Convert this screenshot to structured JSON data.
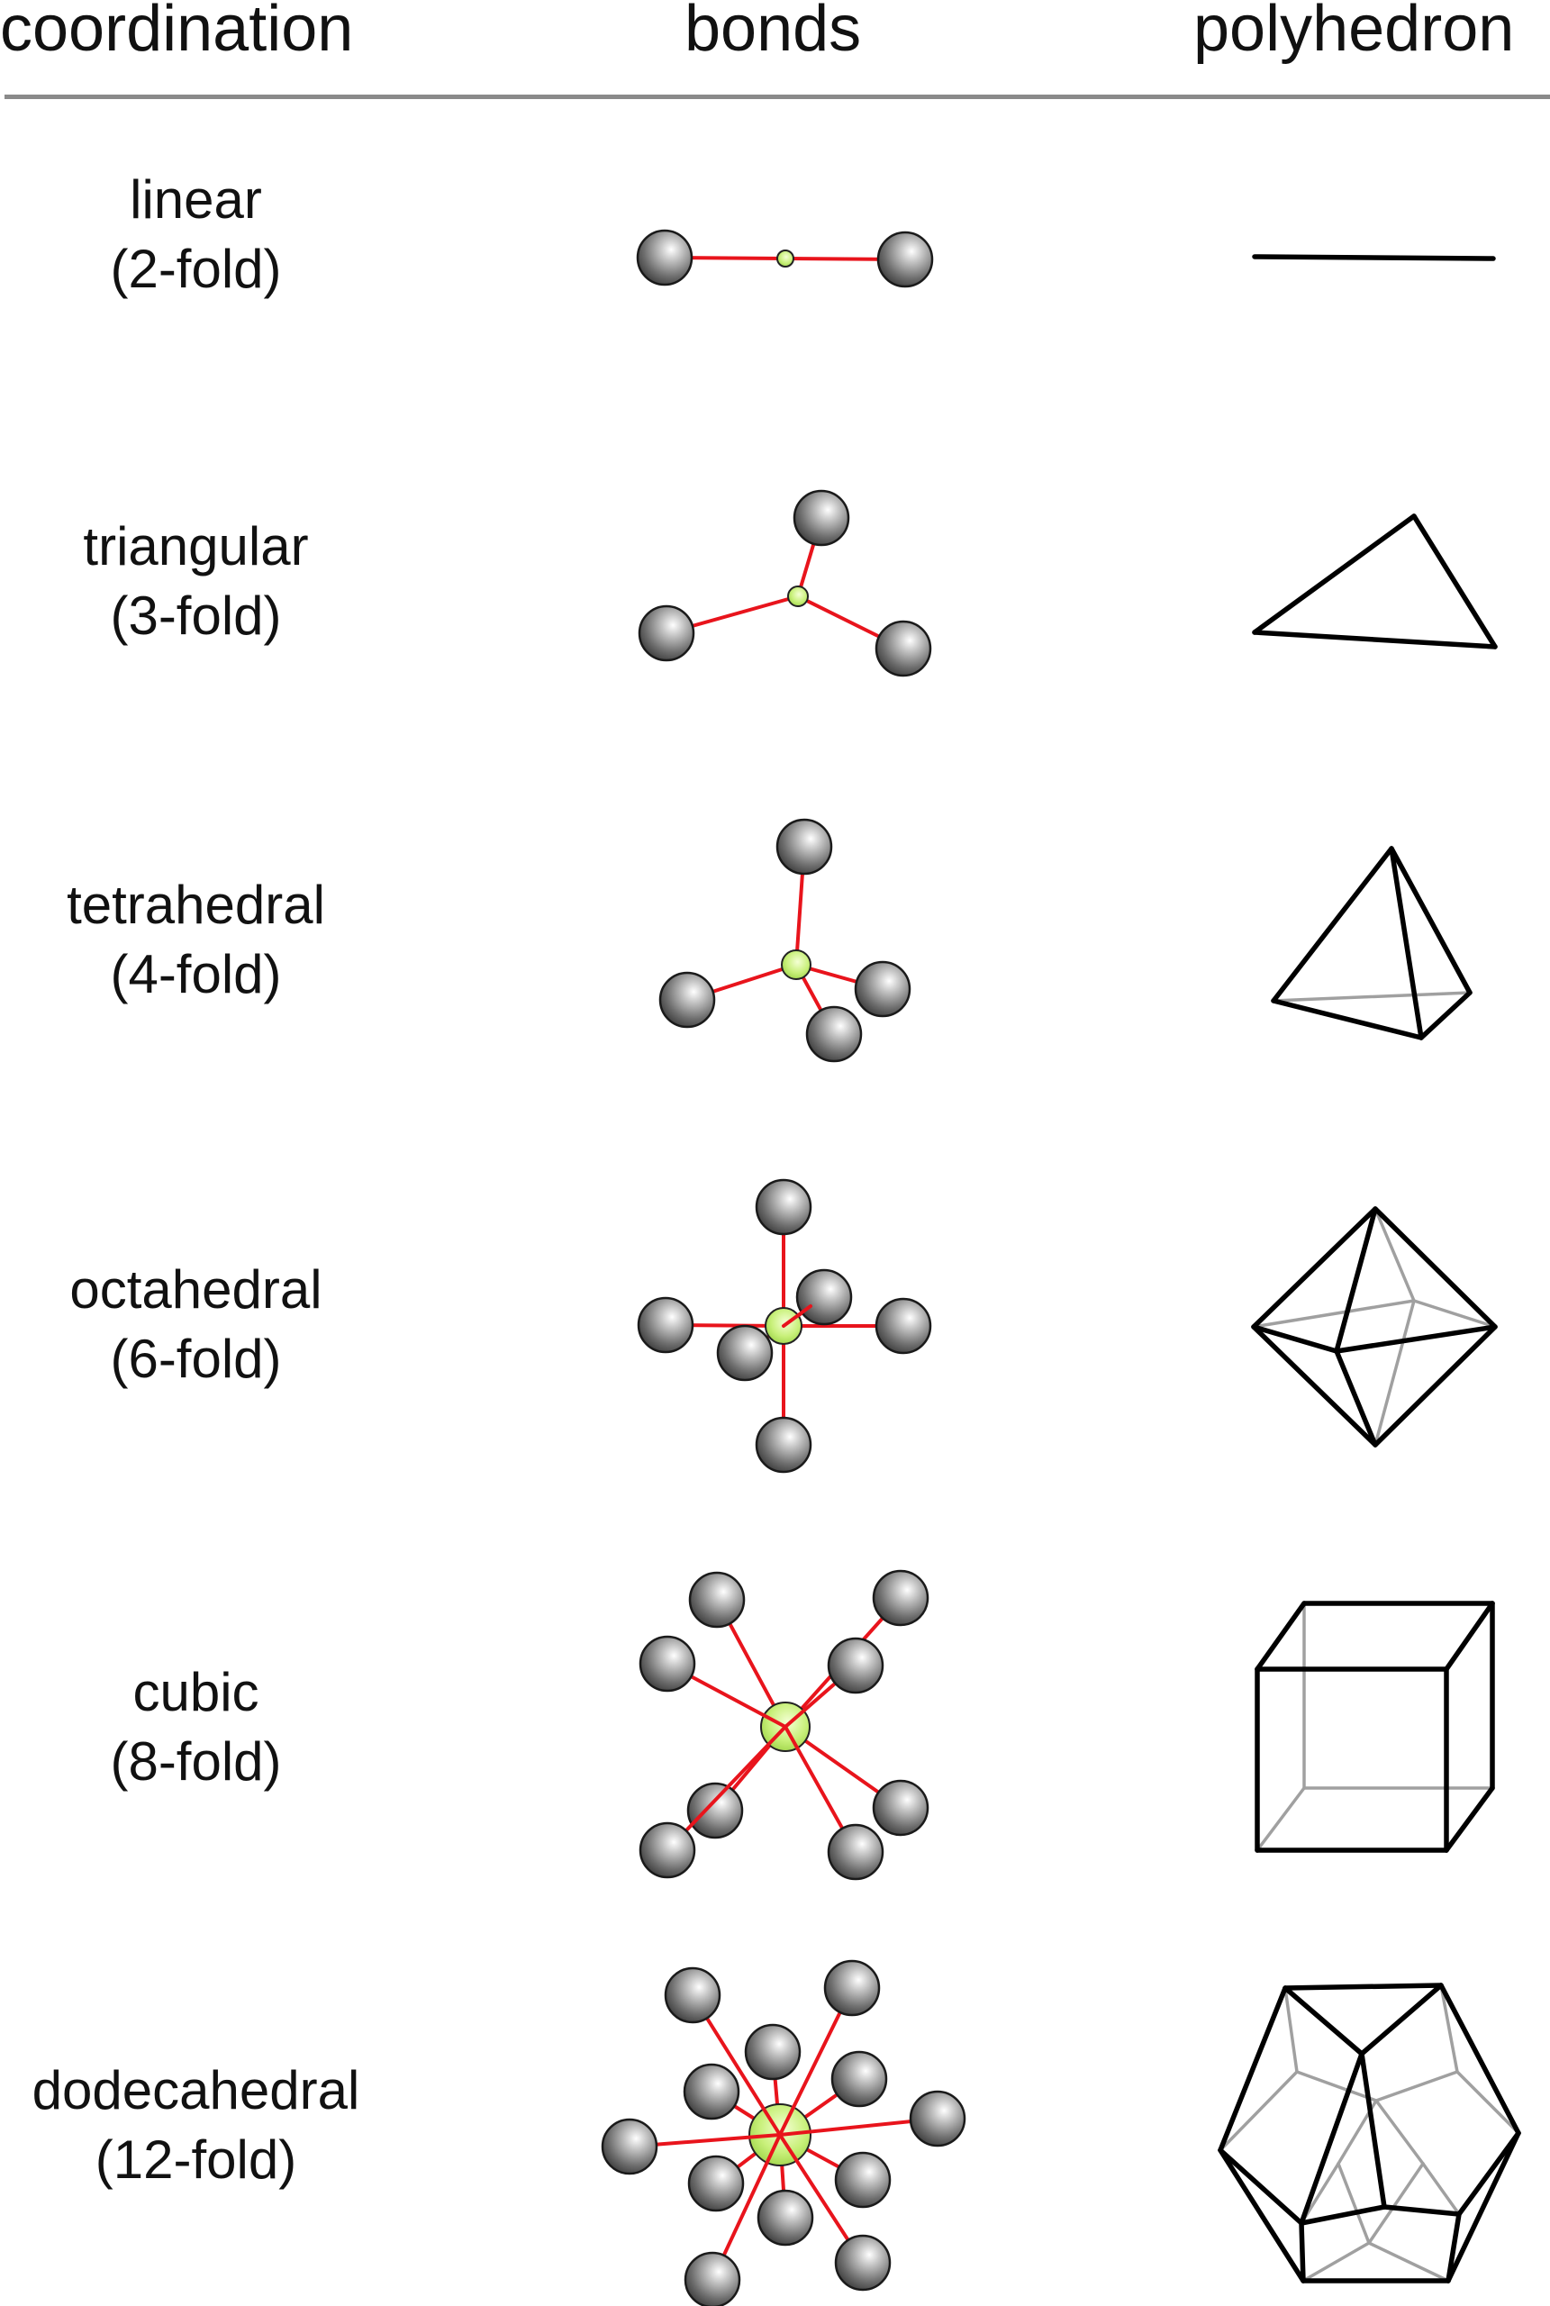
{
  "headers": {
    "coordination": "coordination",
    "bonds": "bonds",
    "polyhedron": "polyhedron"
  },
  "rows": [
    {
      "id": "linear",
      "name": "linear",
      "fold": "(2-fold)"
    },
    {
      "id": "triangular",
      "name": "triangular",
      "fold": "(3-fold)"
    },
    {
      "id": "tetrahedral",
      "name": "tetrahedral",
      "fold": "(4-fold)"
    },
    {
      "id": "octahedral",
      "name": "octahedral",
      "fold": "(6-fold)"
    },
    {
      "id": "cubic",
      "name": "cubic",
      "fold": "(8-fold)"
    },
    {
      "id": "dodecahedral",
      "name": "dodecahedral",
      "fold": "(12-fold)"
    }
  ],
  "colors": {
    "bond": "#e8141c",
    "ligand": "#5f5f5f",
    "center": "#c8f07a",
    "edge_front": "#000000",
    "edge_back": "#a0a0a0",
    "rule": "#8a8a8a"
  }
}
